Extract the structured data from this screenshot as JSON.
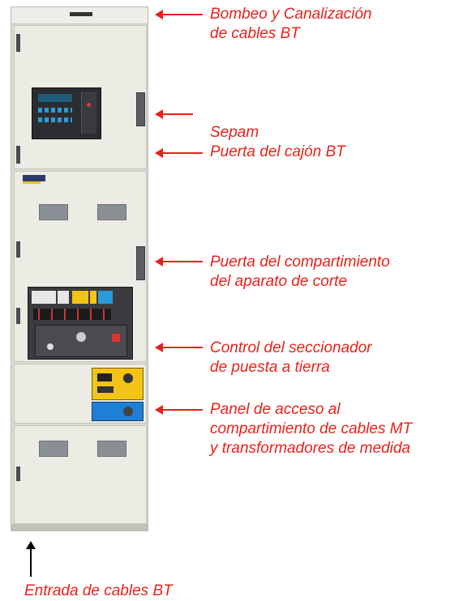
{
  "labels": {
    "bombeo": [
      "Bombeo y Canalización",
      "de cables BT"
    ],
    "sepam": [
      "Sepam"
    ],
    "puerta_cajon": [
      "Puerta del cajón BT"
    ],
    "puerta_compartimiento": [
      "Puerta del compartimiento",
      "del aparato de corte"
    ],
    "control_seccionador": [
      "Control del seccionador",
      "de puesta a tierra"
    ],
    "panel_acceso": [
      "Panel de acceso al",
      "compartimiento de cables MT",
      "y transformadores de medida"
    ],
    "entrada_cables": [
      "Entrada de cables BT"
    ]
  },
  "colors": {
    "label_red": "#e8211b",
    "panel_body": "#ecebe4",
    "yellow_module": "#f2c417",
    "blue_module": "#1e7fd6"
  }
}
